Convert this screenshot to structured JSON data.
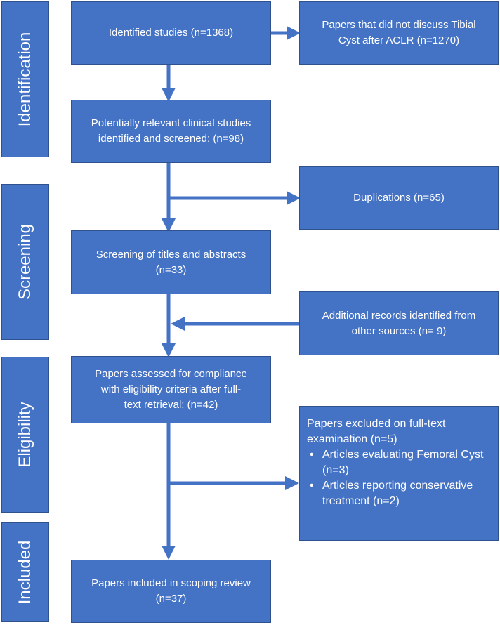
{
  "stages": [
    {
      "id": "identification",
      "label": "Identification"
    },
    {
      "id": "screening",
      "label": "Screening"
    },
    {
      "id": "eligibility",
      "label": "Eligibility"
    },
    {
      "id": "included",
      "label": "Included"
    }
  ],
  "boxes": {
    "identified": "Identified studies (n=1368)",
    "not_discussed": "Papers that did not discuss Tibial\nCyst after ACLR (n=1270)",
    "potentially_relevant": "Potentially relevant clinical studies\nidentified and screened: (n=98)",
    "duplications": "Duplications (n=65)",
    "screening_titles": "Screening of titles and abstracts\n(n=33)",
    "additional_records": "Additional records identified from\nother sources (n= 9)",
    "assessed": "Papers assessed for compliance\nwith eligibility criteria after full-\ntext retrieval: (n=42)",
    "included": "Papers included in scoping review\n(n=37)"
  },
  "excluded": {
    "title": "Papers excluded on full-text examination (n=5)",
    "items": [
      "Articles evaluating Femoral Cyst (n=3)",
      "Articles reporting conservative treatment (n=2)"
    ]
  },
  "colors": {
    "box_fill": "#4472c4",
    "box_border": "#2f528f",
    "arrow": "#4472c4",
    "text": "#ffffff"
  }
}
